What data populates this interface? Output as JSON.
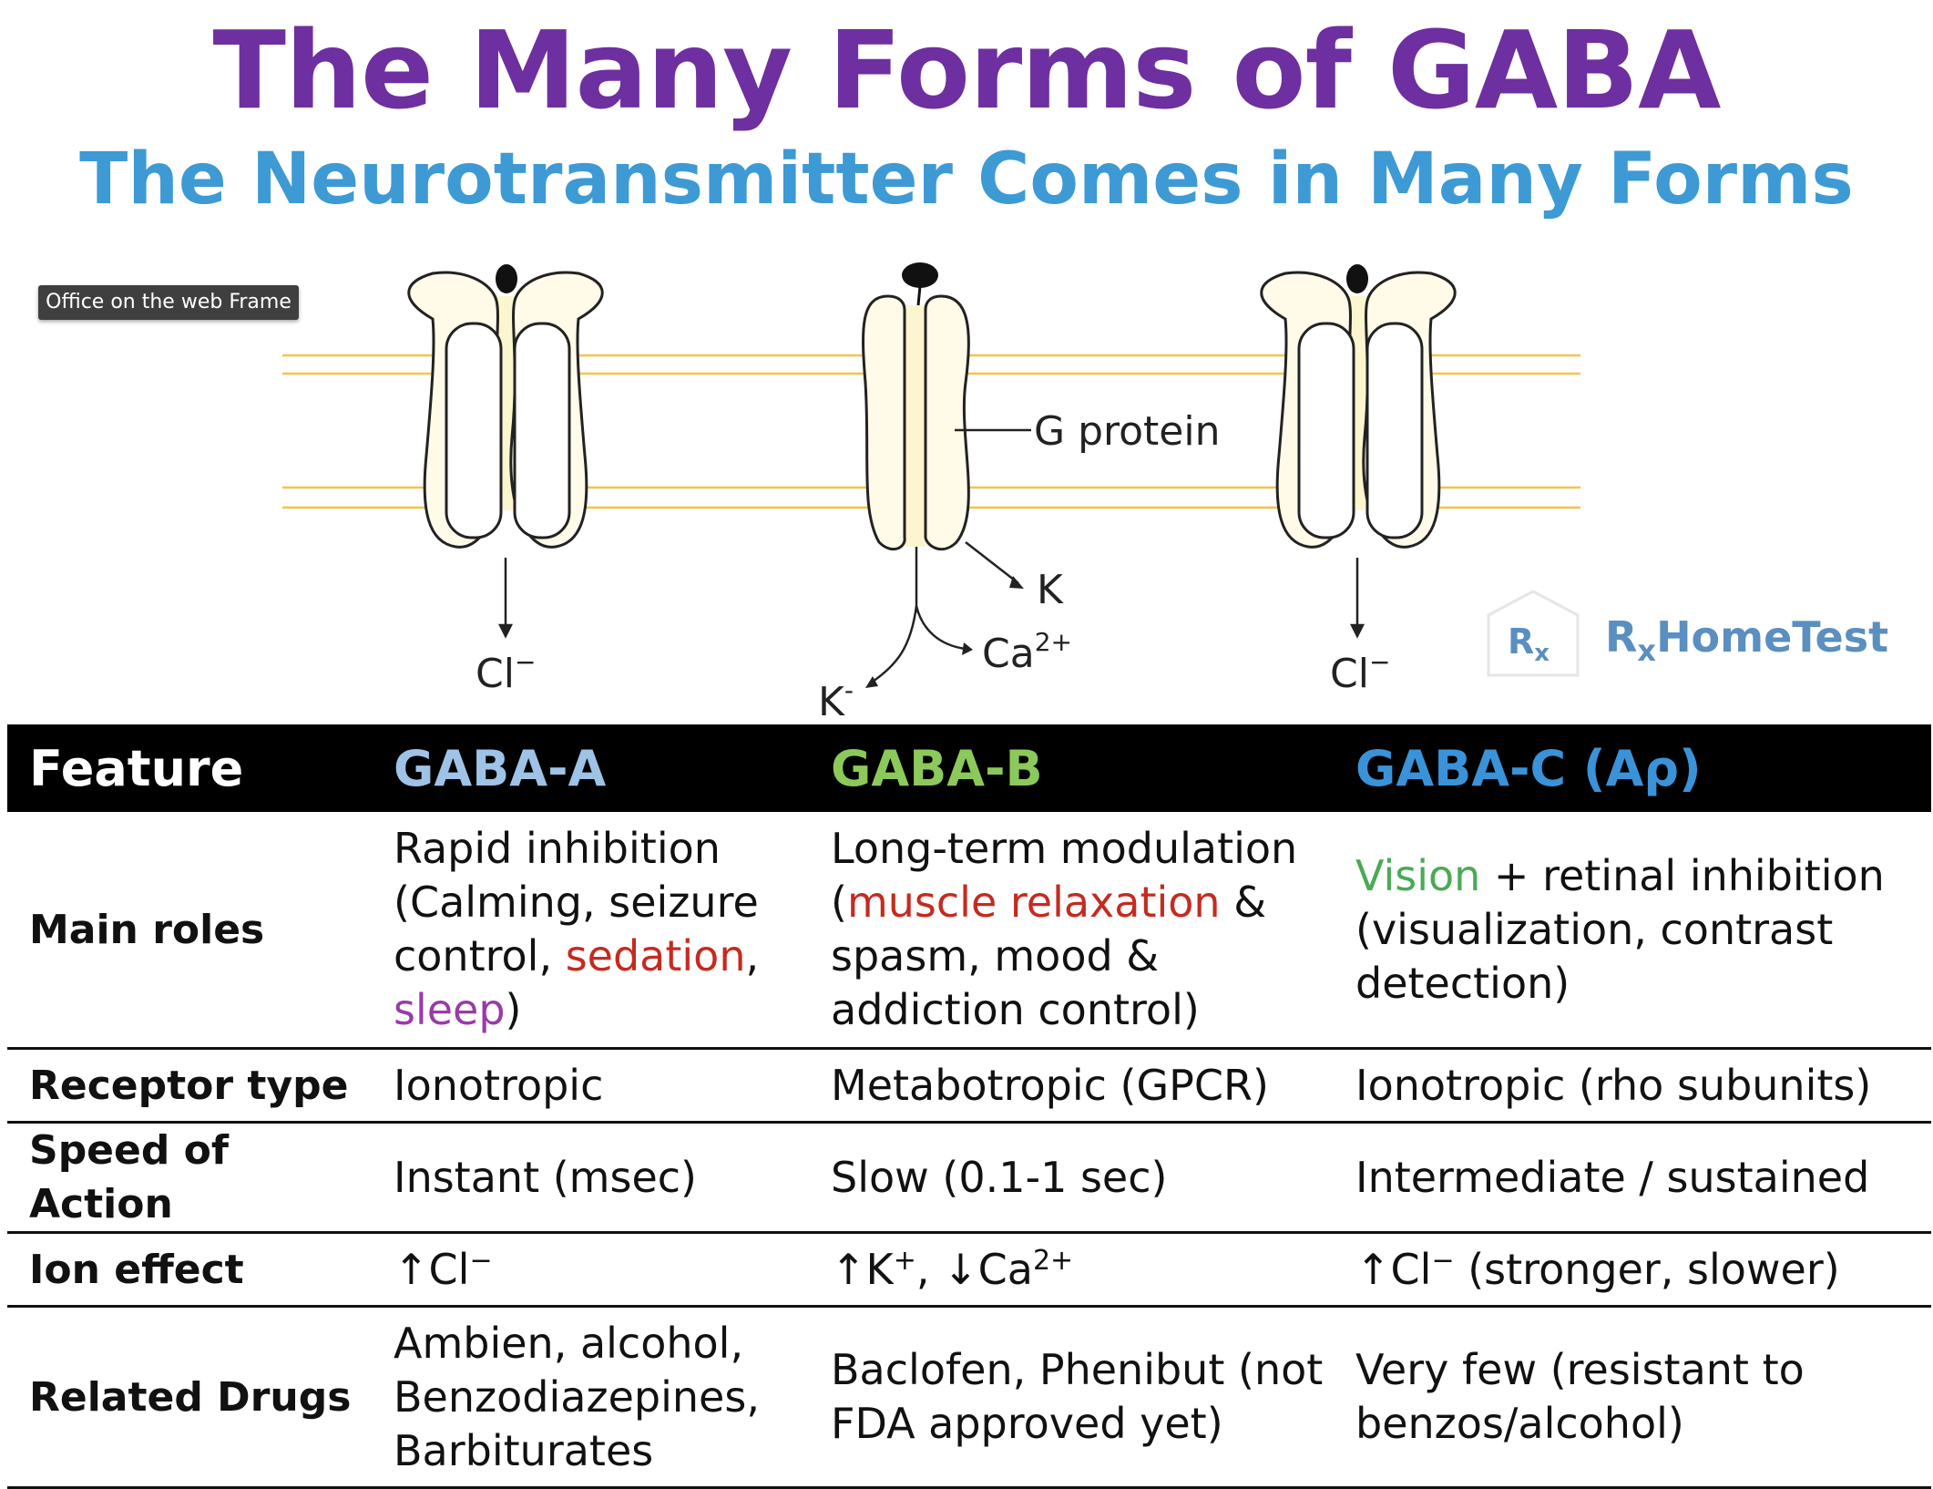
{
  "title": "The Many Forms of GABA",
  "subtitle": "The Neurotransmitter Comes in Many Forms",
  "frame_label": "Office on the web Frame",
  "diagram": {
    "g_protein_label": "G protein",
    "ion_a": "Cl",
    "ion_a_sup": "−",
    "ion_b_k1": "K",
    "ion_b_ca": "Ca",
    "ion_b_ca_sup": "2+",
    "ion_b_k2": "K",
    "ion_b_k2_sup": "-",
    "ion_c": "Cl",
    "ion_c_sup": "−"
  },
  "logo": {
    "badge_r": "R",
    "badge_x": "x",
    "text_r": "R",
    "text_x": "x",
    "text_rest": "HomeTest"
  },
  "colors": {
    "title": "#6e2fa0",
    "subtitle": "#3d9ad4",
    "gaba_a": "#9fc3e6",
    "gaba_b": "#8cc95b",
    "gaba_c": "#3a93d8"
  },
  "table": {
    "headers": [
      "Feature",
      "GABA-A",
      "GABA-B",
      "GABA-C (Aρ)"
    ],
    "main_roles": {
      "label": "Main roles",
      "a": {
        "l1": "Rapid inhibition",
        "l2": "(Calming, seizure",
        "l3_pre": "control, ",
        "l3_red": "sedation",
        "l3_post": ",",
        "l4_purple": "sleep",
        "l4_post": ")"
      },
      "b": {
        "l1": "Long-term modulation",
        "l2_pre": "(",
        "l2_red": "muscle relaxation",
        "l2_post": " &",
        "l3": "spasm, mood &",
        "l4": "addiction control)"
      },
      "c": {
        "l1_green": "Vision",
        "l1_post": " + retinal inhibition",
        "l2": "(visualization, contrast",
        "l3": "detection)"
      }
    },
    "receptor_type": {
      "label": "Receptor type",
      "a": "Ionotropic",
      "b": "Metabotropic (GPCR)",
      "c": "Ionotropic (rho subunits)"
    },
    "speed": {
      "label": "Speed of Action",
      "a": "Instant (msec)",
      "b": "Slow (0.1-1 sec)",
      "c": "Intermediate / sustained"
    },
    "ion_effect": {
      "label": "Ion effect",
      "a_main": "↑Cl",
      "a_sup": "−",
      "b_k": "↑K",
      "b_k_sup": "+",
      "b_mid": ", ↓Ca",
      "b_ca_sup": "2+",
      "c_main": "↑Cl",
      "c_sup": "−",
      "c_post": " (stronger, slower)"
    },
    "drugs": {
      "label": "Related Drugs",
      "a": {
        "l1": "Ambien, alcohol,",
        "l2": "Benzodiazepines,",
        "l3": "Barbiturates"
      },
      "b": {
        "l1": "Baclofen, Phenibut (not",
        "l2": "FDA approved yet)"
      },
      "c": {
        "l1": "Very few (resistant to",
        "l2": "benzos/alcohol)"
      }
    }
  }
}
